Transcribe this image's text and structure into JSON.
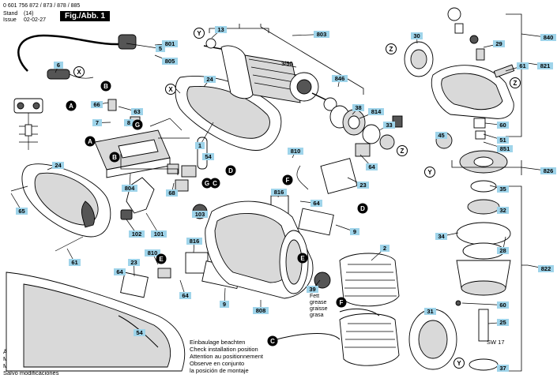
{
  "header": {
    "part_numbers": "0 601 756 872 / 873 / 878 / 885",
    "stand_label": "Stand",
    "issue_label": "Issue",
    "version_mark": "(14)",
    "date": "02-02-27",
    "figure_label": "Fig./Abb. 1"
  },
  "notes": {
    "modifications": "Änderungen vorbehalten\nModifications reserved\nModifications reservees\nSalvo modificaciones",
    "installation": "Einbaulage beachten\nCheck installation position\nAttention au positionnement\nObserve en conjunto\nla posición de montaje",
    "grease": "Fett\ngrease\ngraisse\ngrasa",
    "sw": "SW 17"
  },
  "part_labels": [
    "1",
    "2",
    "5",
    "6",
    "7",
    "8",
    "9",
    "9",
    "13",
    "23",
    "23",
    "24",
    "24",
    "25",
    "28",
    "29",
    "30",
    "31",
    "32",
    "33",
    "34",
    "35",
    "37",
    "38",
    "39",
    "45",
    "51",
    "54",
    "54",
    "60",
    "60",
    "61",
    "61",
    "63",
    "64",
    "64",
    "64",
    "64",
    "65",
    "66",
    "68",
    "101",
    "102",
    "103",
    "801",
    "803",
    "804",
    "805",
    "808",
    "810",
    "810",
    "814",
    "816",
    "816",
    "821",
    "822",
    "826",
    "840",
    "846",
    "851"
  ],
  "letter_callouts": [
    "A",
    "A",
    "B",
    "B",
    "C",
    "C",
    "D",
    "D",
    "E",
    "E",
    "F",
    "F",
    "G",
    "G",
    "X",
    "X",
    "Y",
    "Y",
    "Y",
    "Z",
    "Z",
    "Z"
  ],
  "ref_3_50": "3/50",
  "colors": {
    "label_fill": "#9fd4ea",
    "line": "#000000",
    "part_shade": "#d9d9d9"
  }
}
